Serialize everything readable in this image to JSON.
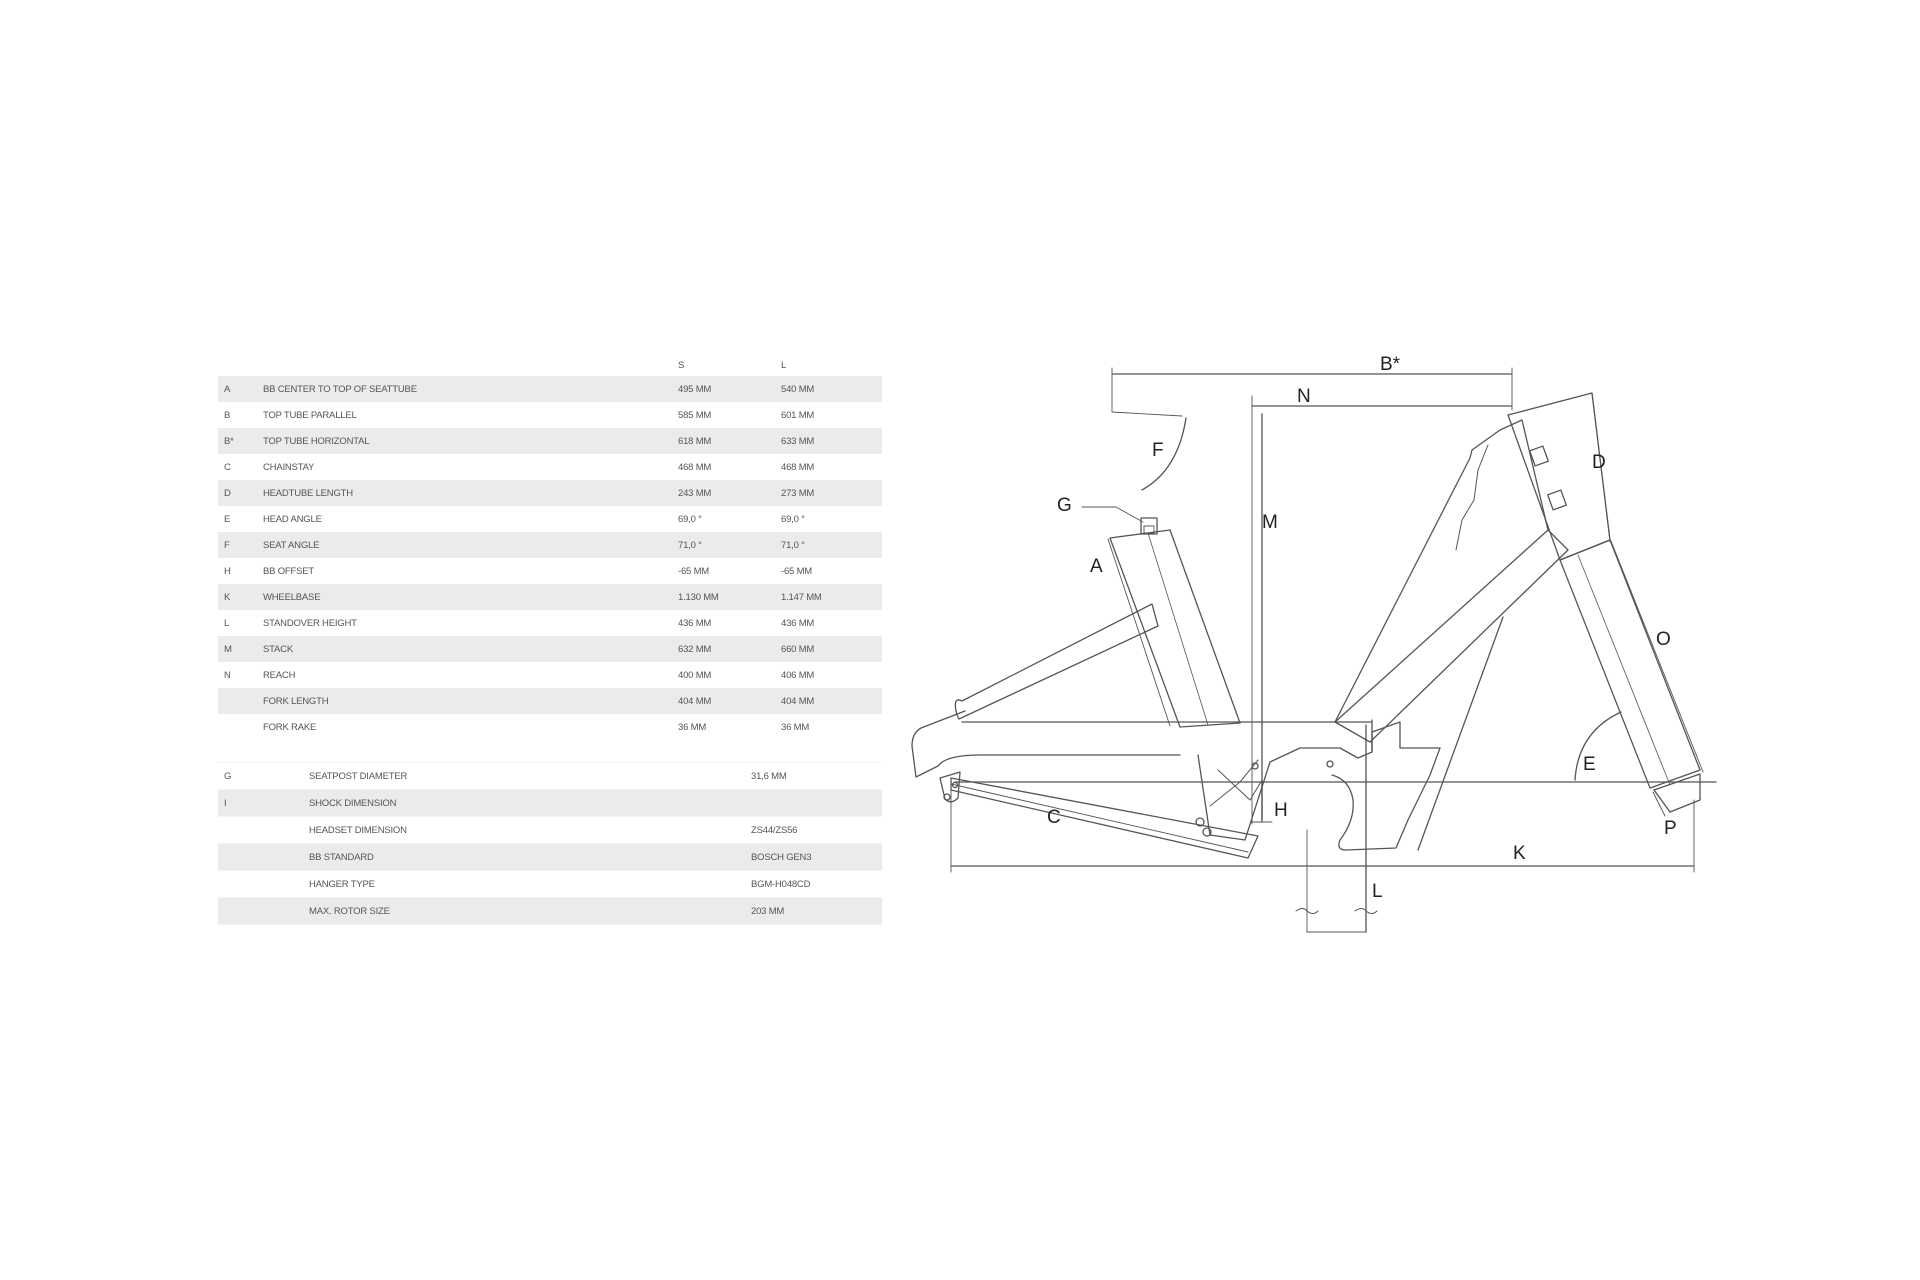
{
  "table": {
    "columns": {
      "s": "S",
      "l": "L"
    },
    "rows": [
      {
        "code": "A",
        "label": "BB CENTER TO TOP OF SEATTUBE",
        "s": "495 MM",
        "l": "540 MM"
      },
      {
        "code": "B",
        "label": "TOP TUBE PARALLEL",
        "s": "585 MM",
        "l": "601 MM"
      },
      {
        "code": "B*",
        "label": "TOP TUBE HORIZONTAL",
        "s": "618 MM",
        "l": "633 MM"
      },
      {
        "code": "C",
        "label": "CHAINSTAY",
        "s": "468 MM",
        "l": "468 MM"
      },
      {
        "code": "D",
        "label": "HEADTUBE LENGTH",
        "s": "243 MM",
        "l": "273 MM"
      },
      {
        "code": "E",
        "label": "HEAD ANGLE",
        "s": "69,0 °",
        "l": "69,0 °"
      },
      {
        "code": "F",
        "label": "SEAT ANGLE",
        "s": "71,0 °",
        "l": "71,0 °"
      },
      {
        "code": "H",
        "label": "BB OFFSET",
        "s": "-65 MM",
        "l": "-65 MM"
      },
      {
        "code": "K",
        "label": "WHEELBASE",
        "s": "1.130 MM",
        "l": "1.147 MM"
      },
      {
        "code": "L",
        "label": "STANDOVER HEIGHT",
        "s": "436 MM",
        "l": "436 MM"
      },
      {
        "code": "M",
        "label": "STACK",
        "s": "632 MM",
        "l": "660 MM"
      },
      {
        "code": "N",
        "label": "REACH",
        "s": "400 MM",
        "l": "406 MM"
      },
      {
        "code": "",
        "label": "FORK LENGTH",
        "s": "404 MM",
        "l": "404 MM"
      },
      {
        "code": "",
        "label": "FORK RAKE",
        "s": "36 MM",
        "l": "36 MM"
      }
    ],
    "specs": [
      {
        "code": "G",
        "label": "SEATPOST DIAMETER",
        "value": "31,6 MM"
      },
      {
        "code": "I",
        "label": "SHOCK DIMENSION",
        "value": ""
      },
      {
        "code": "",
        "label": "HEADSET DIMENSION",
        "value": "ZS44/ZS56"
      },
      {
        "code": "",
        "label": "BB STANDARD",
        "value": "BOSCH GEN3"
      },
      {
        "code": "",
        "label": "HANGER TYPE",
        "value": "BGM-H048CD"
      },
      {
        "code": "",
        "label": "MAX. ROTOR SIZE",
        "value": "203 MM"
      }
    ]
  },
  "diagram": {
    "labels": {
      "b_star": "B*",
      "n": "N",
      "d": "D",
      "f": "F",
      "g": "G",
      "m": "M",
      "a": "A",
      "o": "O",
      "e": "E",
      "h": "H",
      "c": "C",
      "k": "K",
      "p": "P",
      "l": "L"
    },
    "line_color": "#555555"
  }
}
